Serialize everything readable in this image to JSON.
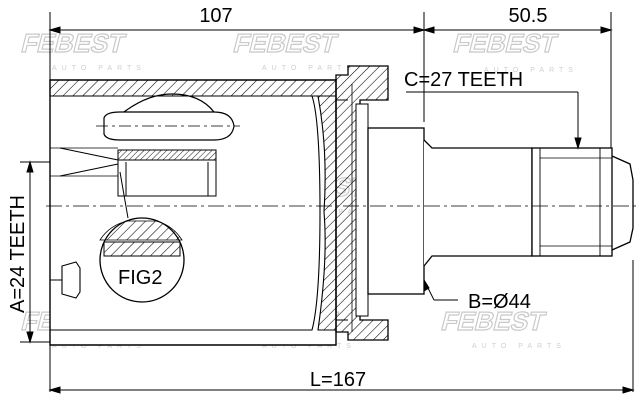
{
  "dimensions": {
    "housing_length": "107",
    "stub_length": "50.5",
    "overall_length": "L=167",
    "outer_spline": "C=27 TEETH",
    "inner_spline": "A=24 TEETH",
    "seal_diameter": "B=Ø44"
  },
  "callouts": {
    "detail": "FIG2"
  },
  "watermark": {
    "brand": "FEBEST",
    "subtitle": "AUTO PARTS"
  }
}
